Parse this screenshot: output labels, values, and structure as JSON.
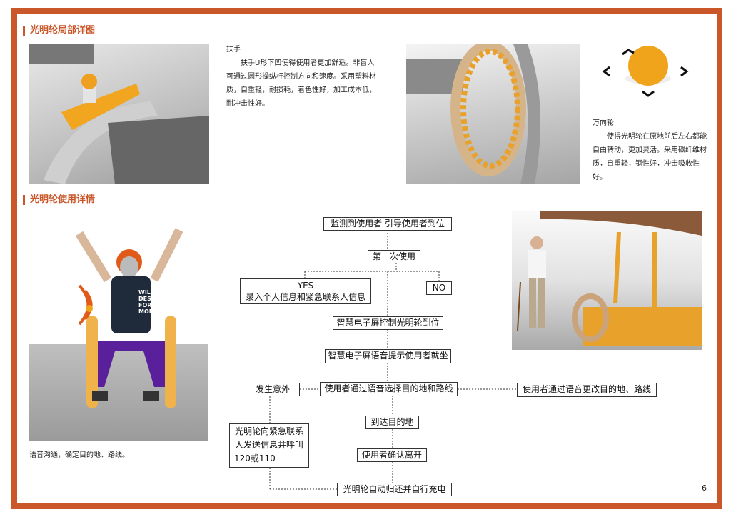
{
  "sections": {
    "detail_title": "光明轮局部详图",
    "usage_title": "光明轮使用详情"
  },
  "armrest": {
    "heading": "扶手",
    "body": "扶手U形下凹使得使用者更加舒适。非盲人可通过圆形操纵杆控制方向和速度。采用塑料材质，自重轻，耐损耗，着色性好，加工成本低，耐冲击性好。"
  },
  "caster": {
    "heading": "万向轮",
    "body": "使得光明轮在原地前后左右都能自由转动，更加灵活。采用碳纤维材质，自重轻，钢性好，冲击吸收性好。"
  },
  "person_caption": "语音沟通，确定目的地、路线。",
  "shirt_text": [
    "WILL",
    "DESIGN",
    "FOR",
    "MONEY"
  ],
  "flow": {
    "detect": "监测到使用者 引导使用者到位",
    "first_use": "第一次使用",
    "yes_label": "YES",
    "yes_text": "录入个人信息和紧急联系人信息",
    "no": "NO",
    "screen_control": "智慧电子屏控制光明轮到位",
    "voice_prompt": "智慧电子屏语音提示使用者就坐",
    "choose_route": "使用者通过语音选择目的地和路线",
    "change_route": "使用者通过语音更改目的地、路线",
    "accident": "发生意外",
    "emergency_lines": [
      "光明轮向紧急联系",
      "人发送信息并呼叫",
      "120或110"
    ],
    "arrive": "到达目的地",
    "confirm_leave": "使用者确认离开",
    "auto_return": "光明轮自动归还并自行充电"
  },
  "page_number": "6",
  "colors": {
    "accent": "#c9572a",
    "wood_orange": "#e8a22c"
  }
}
